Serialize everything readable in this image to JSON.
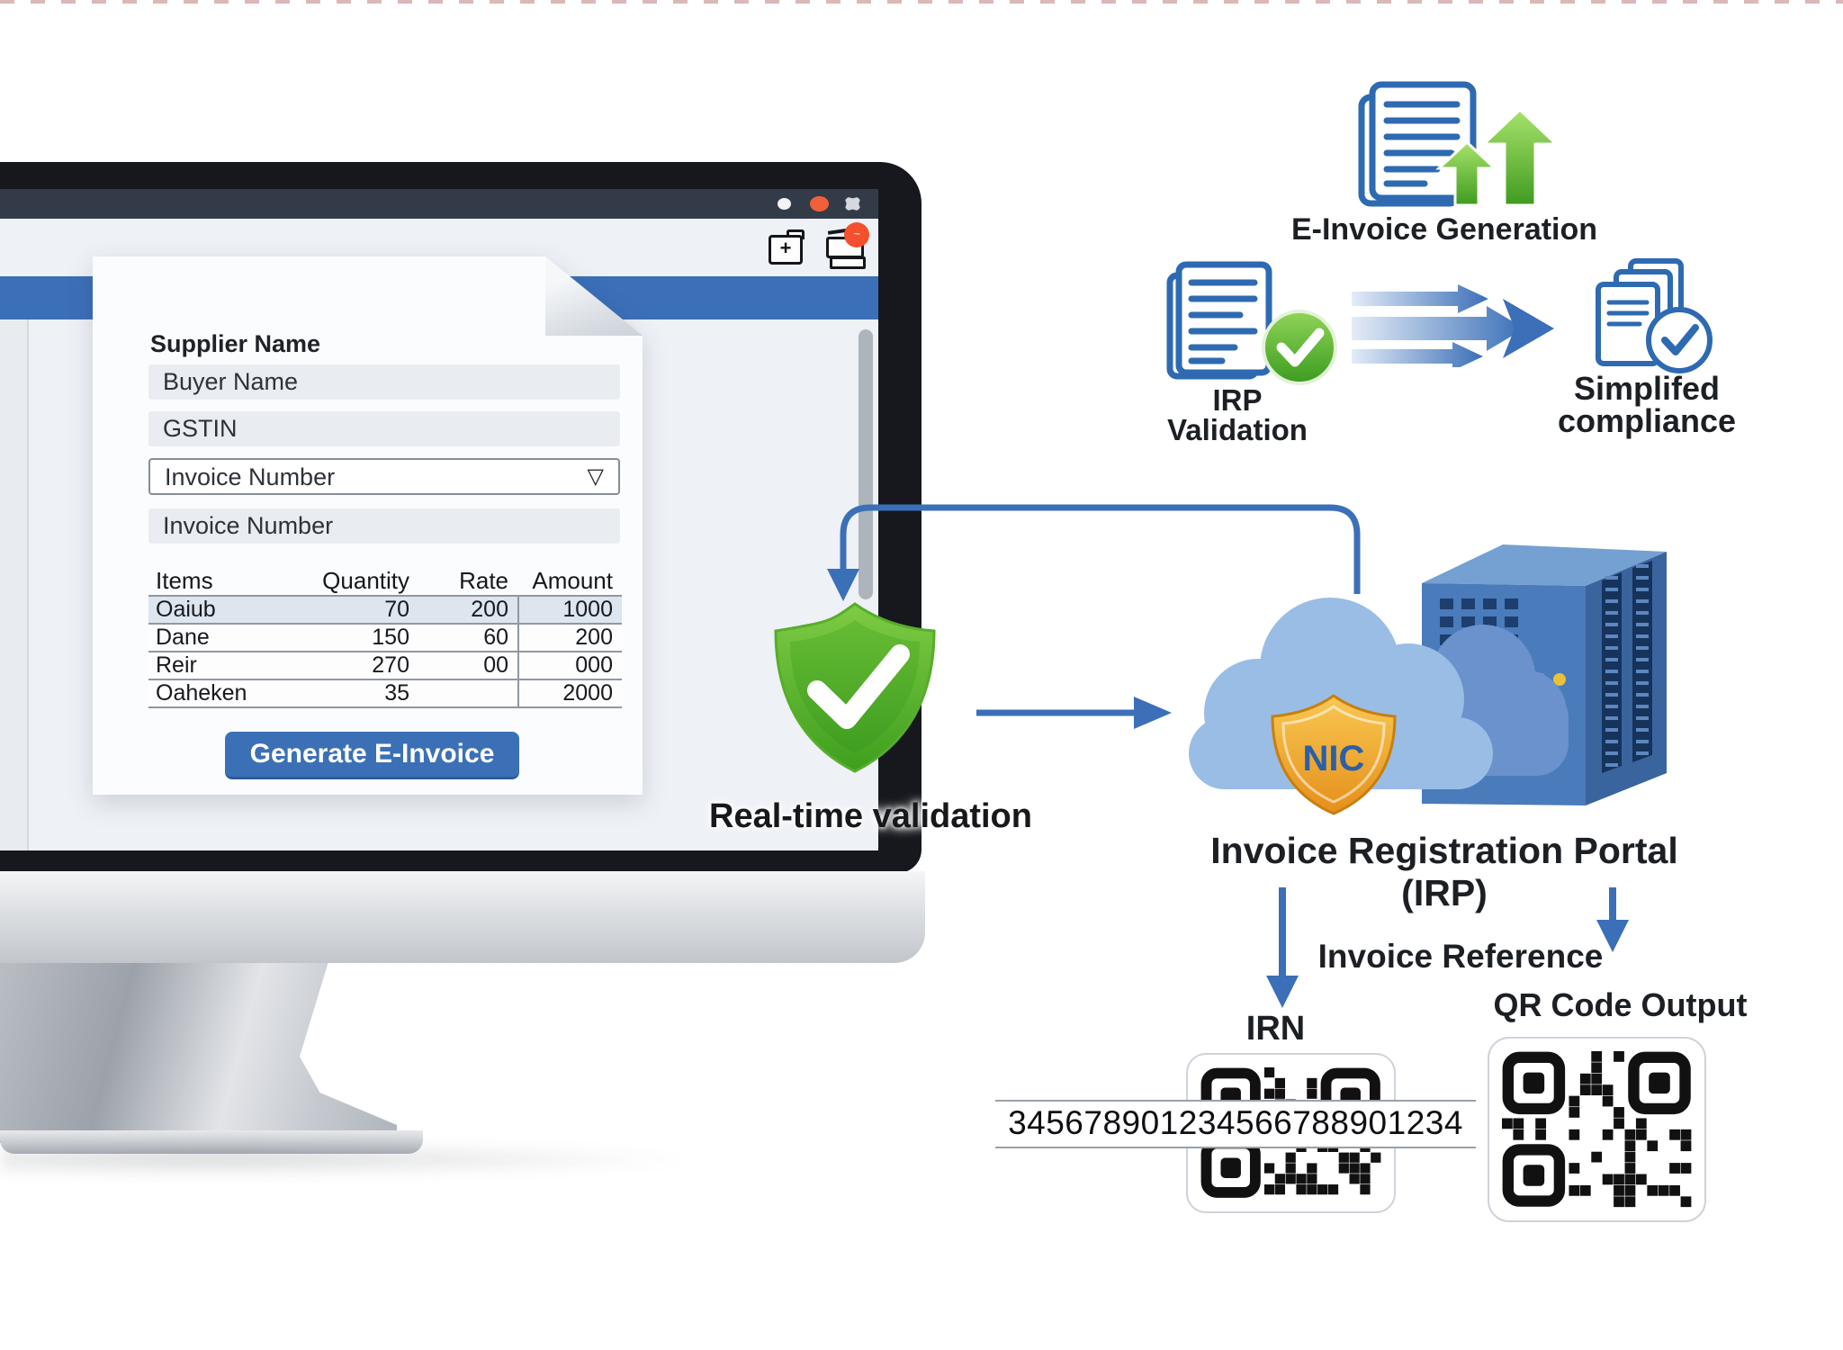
{
  "window": {
    "titlebar_icons": [
      "minimize-dot",
      "close-dot",
      "maximize-pillow-icon"
    ],
    "toolbar_icons": [
      "tray-add-icon",
      "printer-icon",
      "notification-badge"
    ],
    "icon_glyphs": {
      "tray_plus": "+",
      "badge_mark": "~",
      "select_chevron": "▽"
    }
  },
  "form": {
    "supplier_label": "Supplier Name",
    "fields": [
      {
        "value": "Buyer Name",
        "type": "input"
      },
      {
        "value": "GSTIN",
        "type": "input"
      },
      {
        "value": "Invoice Number",
        "type": "select"
      },
      {
        "value": "Invoice Number",
        "type": "input"
      }
    ],
    "table": {
      "headers": [
        "Items",
        "Quantity",
        "Rate",
        "Amount"
      ],
      "rows": [
        [
          "Oaiub",
          "70",
          "200",
          "1000"
        ],
        [
          "Dane",
          "150",
          "60",
          "200"
        ],
        [
          "Reir",
          "270",
          "00",
          "000"
        ],
        [
          "Oaheken",
          "35",
          "",
          "2000"
        ]
      ]
    },
    "submit_label": "Generate E-Invoice"
  },
  "flow": {
    "generation_label": "E-Invoice Generation",
    "irp_line1": "IRP",
    "irp_line2": "Validation",
    "simplified_line1": "Simplifed",
    "simplified_line2": "compliance",
    "realtime_label": "Real-time validation",
    "nic_label": "NIC",
    "portal_label": "Invoice Registration Portal (IRP)",
    "reference_label": "Invoice Reference",
    "irn_label": "IRN",
    "qr_output_label": "QR Code Output",
    "irn_number": "345678901234566788901234",
    "icons": [
      "e-invoice-docs-icon",
      "growth-arrows-icon",
      "irp-validation-doc-icon",
      "speed-arrows-icon",
      "compliance-docs-icon",
      "green-check-shield-icon",
      "cloud-icon",
      "nic-gold-shield-icon",
      "server-icon",
      "qr-code-icon"
    ]
  },
  "colors": {
    "accent_blue": "#3b6fb8",
    "band_blue": "#3b6fb8",
    "button_blue": "#3c70b6",
    "icon_blue": "#2e6ab1",
    "green": "#4ba428",
    "gold": "#f0a32b",
    "close_dot_orange": "#f1603a",
    "badge_red": "#f4502e",
    "titlebar": "#343b48",
    "bezel": "#16181d"
  }
}
